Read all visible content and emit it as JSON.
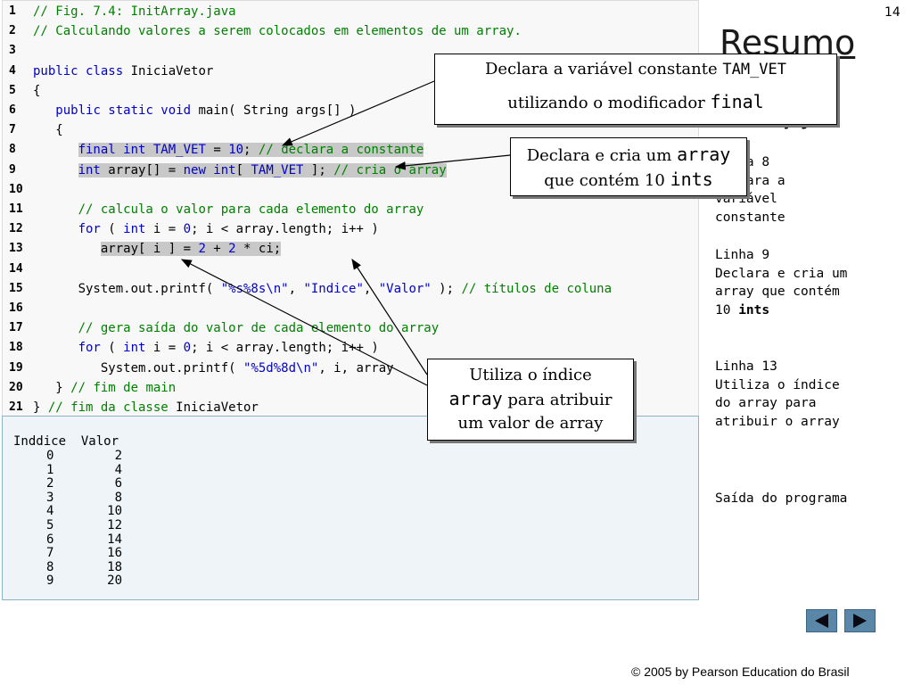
{
  "page_number": "14",
  "title": "Resumo",
  "side_file": "InitArray.java",
  "code_lines": [
    {
      "n": "1",
      "segments": [
        {
          "c": "cm",
          "t": "// Fig. 7.4: InitArray.java"
        }
      ]
    },
    {
      "n": "2",
      "segments": [
        {
          "c": "cm",
          "t": "// Calculando valores a serem colocados em elementos de um array."
        }
      ]
    },
    {
      "n": "3",
      "segments": []
    },
    {
      "n": "4",
      "segments": [
        {
          "c": "kw",
          "t": "public class"
        },
        {
          "c": "",
          "t": " IniciaVetor"
        }
      ]
    },
    {
      "n": "5",
      "segments": [
        {
          "c": "",
          "t": "{"
        }
      ]
    },
    {
      "n": "6",
      "segments": [
        {
          "c": "",
          "t": "   "
        },
        {
          "c": "kw",
          "t": "public static void"
        },
        {
          "c": "",
          "t": " main( String args[] )"
        }
      ]
    },
    {
      "n": "7",
      "segments": [
        {
          "c": "",
          "t": "   {"
        }
      ]
    },
    {
      "n": "8",
      "segments": [
        {
          "c": "",
          "t": "      "
        },
        {
          "c": "kw hl",
          "t": "final int"
        },
        {
          "c": "hl",
          "t": " "
        },
        {
          "c": "st hl",
          "t": "TAM_VET"
        },
        {
          "c": "hl",
          "t": " = "
        },
        {
          "c": "st hl",
          "t": "10"
        },
        {
          "c": "hl",
          "t": "; "
        },
        {
          "c": "cm hl",
          "t": "// declara a constante"
        }
      ]
    },
    {
      "n": "9",
      "segments": [
        {
          "c": "",
          "t": "      "
        },
        {
          "c": "kw hl",
          "t": "int"
        },
        {
          "c": "hl",
          "t": " array[] = "
        },
        {
          "c": "kw hl",
          "t": "new int"
        },
        {
          "c": "hl",
          "t": "[ "
        },
        {
          "c": "st hl",
          "t": "TAM_VET"
        },
        {
          "c": "hl",
          "t": " ]; "
        },
        {
          "c": "cm hl",
          "t": "// cria o array"
        }
      ]
    },
    {
      "n": "10",
      "segments": []
    },
    {
      "n": "11",
      "segments": [
        {
          "c": "",
          "t": "      "
        },
        {
          "c": "cm",
          "t": "// calcula o valor para cada elemento do array"
        }
      ]
    },
    {
      "n": "12",
      "segments": [
        {
          "c": "",
          "t": "      "
        },
        {
          "c": "kw",
          "t": "for"
        },
        {
          "c": "",
          "t": " ( "
        },
        {
          "c": "kw",
          "t": "int"
        },
        {
          "c": "",
          "t": " i = "
        },
        {
          "c": "st",
          "t": "0"
        },
        {
          "c": "",
          "t": "; i < array.length; i++ )"
        }
      ]
    },
    {
      "n": "13",
      "segments": [
        {
          "c": "",
          "t": "         "
        },
        {
          "c": "hl",
          "t": "array[ i ] = "
        },
        {
          "c": "st hl",
          "t": "2"
        },
        {
          "c": "hl",
          "t": " + "
        },
        {
          "c": "st hl",
          "t": "2"
        },
        {
          "c": "hl",
          "t": " * ci;"
        }
      ]
    },
    {
      "n": "14",
      "segments": []
    },
    {
      "n": "15",
      "segments": [
        {
          "c": "",
          "t": "      System.out.printf( "
        },
        {
          "c": "st",
          "t": "\"%s%8s\\n\""
        },
        {
          "c": "",
          "t": ", "
        },
        {
          "c": "st",
          "t": "\"Indice\""
        },
        {
          "c": "",
          "t": ", "
        },
        {
          "c": "st",
          "t": "\"Valor\""
        },
        {
          "c": "",
          "t": " ); "
        },
        {
          "c": "cm",
          "t": "// títulos de coluna"
        }
      ]
    },
    {
      "n": "16",
      "segments": []
    },
    {
      "n": "17",
      "segments": [
        {
          "c": "",
          "t": "      "
        },
        {
          "c": "cm",
          "t": "// gera saída do valor de cada elemento do array"
        }
      ]
    },
    {
      "n": "18",
      "segments": [
        {
          "c": "",
          "t": "      "
        },
        {
          "c": "kw",
          "t": "for"
        },
        {
          "c": "",
          "t": " ( "
        },
        {
          "c": "kw",
          "t": "int"
        },
        {
          "c": "",
          "t": " i = "
        },
        {
          "c": "st",
          "t": "0"
        },
        {
          "c": "",
          "t": "; i < array.length; i++ )"
        }
      ]
    },
    {
      "n": "19",
      "segments": [
        {
          "c": "",
          "t": "         System.out.printf( "
        },
        {
          "c": "st",
          "t": "\"%5d%8d\\n\""
        },
        {
          "c": "",
          "t": ", i, array"
        }
      ]
    },
    {
      "n": "20",
      "segments": [
        {
          "c": "",
          "t": "   } "
        },
        {
          "c": "cm",
          "t": "// fim de main"
        }
      ]
    },
    {
      "n": "21",
      "segments": [
        {
          "c": "",
          "t": "} "
        },
        {
          "c": "cm",
          "t": "// fim da classe"
        },
        {
          "c": "",
          "t": " IniciaVetor"
        }
      ]
    }
  ],
  "output": {
    "header": "Inddice  Valor",
    "rows": [
      {
        "i": "0",
        "v": "2"
      },
      {
        "i": "1",
        "v": "4"
      },
      {
        "i": "2",
        "v": "6"
      },
      {
        "i": "3",
        "v": "8"
      },
      {
        "i": "4",
        "v": "10"
      },
      {
        "i": "5",
        "v": "12"
      },
      {
        "i": "6",
        "v": "14"
      },
      {
        "i": "7",
        "v": "16"
      },
      {
        "i": "8",
        "v": "18"
      },
      {
        "i": "9",
        "v": "20"
      }
    ]
  },
  "callouts": {
    "c1": {
      "text1": "Declara a variável constante ",
      "code1": "TAM_VET",
      "text2": "utilizando o modificador ",
      "code2": "final"
    },
    "c2": {
      "text1": "Declara e cria um ",
      "code1": "array",
      "text2": "que contém 10 ",
      "code2": "ints"
    },
    "c3": {
      "text1": "Utiliza o índice",
      "code1": "array",
      "text2": " para atribuir",
      "text3": "um valor de array"
    }
  },
  "side_notes": {
    "l8": [
      "Linha 8",
      "Declara a",
      "variável",
      "constante"
    ],
    "l9": [
      "Linha 9",
      "Declara e cria um",
      "array que contém",
      "10 ",
      "ints"
    ],
    "l13": [
      "Linha 13",
      "Utiliza o índice",
      "do array para",
      "atribuir o array"
    ],
    "out": "Saída do programa"
  },
  "footer": "© 2005 by Pearson Education do Brasil",
  "nav": {
    "prev_icon": "left-arrow-icon",
    "next_icon": "right-arrow-icon"
  }
}
